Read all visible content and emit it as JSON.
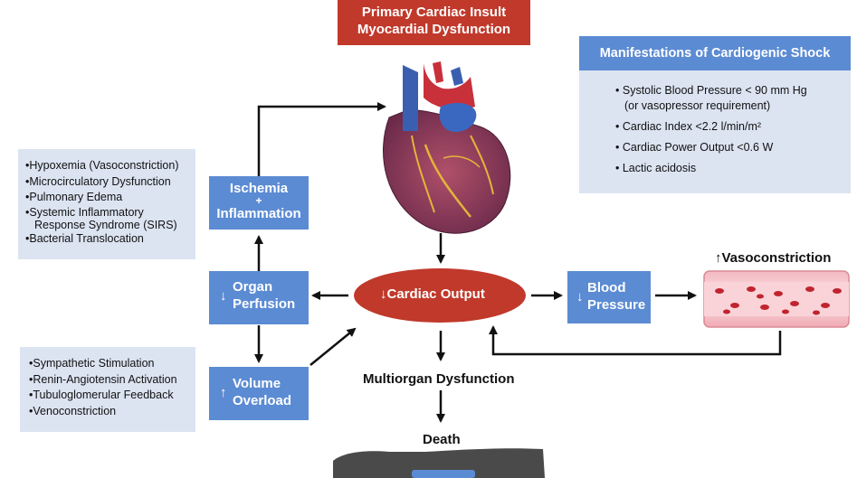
{
  "title_box": {
    "line1": "Primary Cardiac Insult",
    "line2": "Myocardial Dysfunction"
  },
  "manifestations": {
    "header": "Manifestations of Cardiogenic Shock",
    "items": [
      "Systolic Blood Pressure < 90 mm Hg",
      "(or vasopressor requirement)",
      "Cardiac Index <2.2 l/min/m²",
      "Cardiac Power Output <0.6 W",
      "Lactic acidosis"
    ]
  },
  "left_top_panel": {
    "items": [
      "Hypoxemia (Vasoconstriction)",
      "Microcirculatory Dysfunction",
      "Pulmonary Edema",
      "Systemic Inflammatory Response Syndrome (SIRS)",
      "Bacterial Translocation"
    ]
  },
  "left_bottom_panel": {
    "items": [
      "Sympathetic Stimulation",
      "Renin-Angiotensin Activation",
      "Tubuloglomerular Feedback",
      "Venoconstriction"
    ]
  },
  "nodes": {
    "ischemia": {
      "line1": "Ischemia",
      "line2": "+",
      "line3": "Inflammation"
    },
    "organ": {
      "arrow": "↓",
      "line1": "Organ",
      "line2": "Perfusion"
    },
    "volume": {
      "arrow": "↑",
      "line1": "Volume",
      "line2": "Overload"
    },
    "cardiac_output": {
      "arrow": "↓",
      "label": "Cardiac Output"
    },
    "blood_pressure": {
      "arrow": "↓",
      "line1": "Blood",
      "line2": "Pressure"
    },
    "vasoconstriction": {
      "arrow": "↑",
      "label": "Vasoconstriction"
    },
    "multiorgan": "Multiorgan Dysfunction",
    "death": "Death"
  },
  "colors": {
    "red": "#c0392b",
    "blue": "#5b8bd3",
    "panel": "#dce4f2"
  }
}
